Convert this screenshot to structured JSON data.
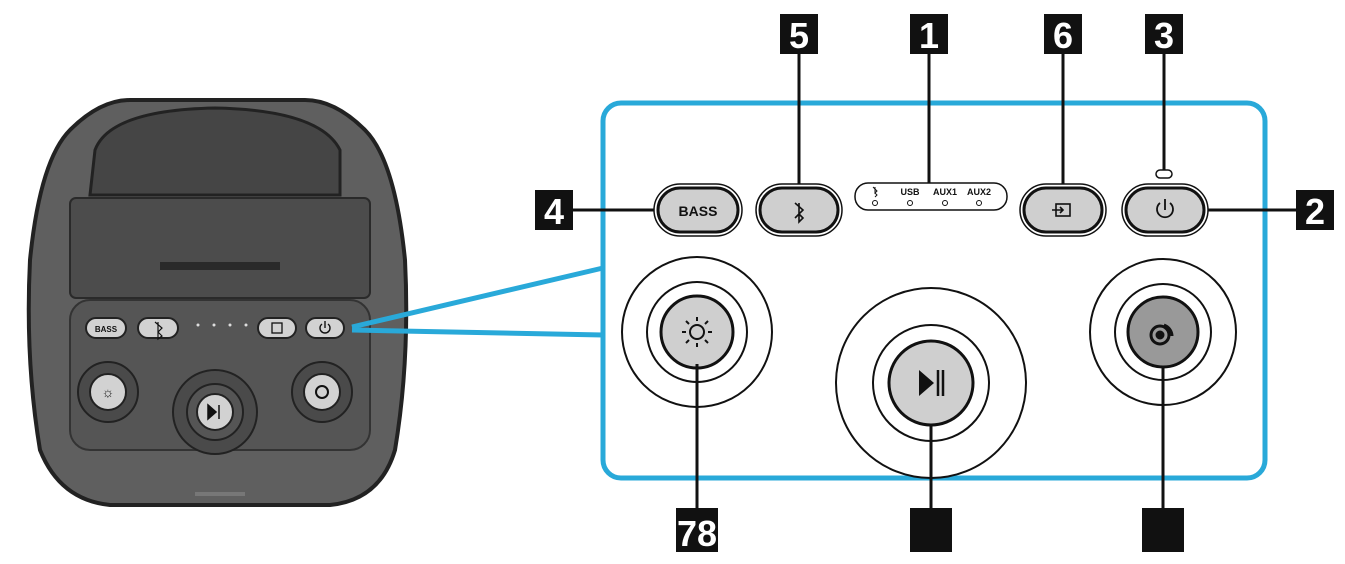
{
  "colors": {
    "accent": "#29a9d9",
    "device_body": "#5a5a5a",
    "device_top": "#3f3f3f",
    "button_fill": "#cfcfcf",
    "callout_box": "#111111",
    "callout_text": "#ffffff"
  },
  "device": {
    "bass_label": "BASS",
    "bluetooth_icon": "bluetooth-icon",
    "input_icon": "input-source-icon",
    "power_icon": "power-icon",
    "light_icon": "sun-icon",
    "play_pause_icon": "play-pause-icon",
    "party_icon": "party-icon"
  },
  "indicators": {
    "bluetooth_icon": "bluetooth-icon",
    "usb": "USB",
    "aux1": "AUX1",
    "aux2": "AUX2"
  },
  "panel": {
    "bass_label": "BASS"
  },
  "callouts": {
    "c1": "1",
    "c2": "2",
    "c3": "3",
    "c4": "4",
    "c5": "5",
    "c6": "6",
    "c78": "78",
    "c_play": "",
    "c_party": ""
  }
}
